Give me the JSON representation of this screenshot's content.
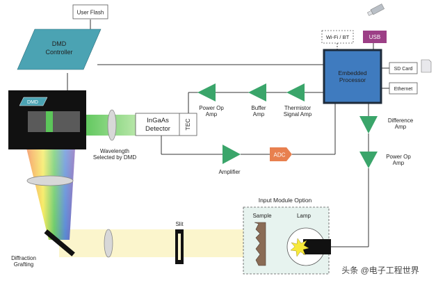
{
  "labels": {
    "user_flash": "User Flash",
    "dmd_controller_line1": "DMD",
    "dmd_controller_line2": "Controller",
    "dmd_chip": "DMD",
    "wavelength_line1": "Wavelength",
    "wavelength_line2": "Selected by DMD",
    "detector_line1": "InGaAs",
    "detector_line2": "Detector",
    "tec": "TEC",
    "power_op_amp_line1": "Power Op",
    "power_op_amp_line2": "Amp",
    "buffer_amp_line1": "Buffer",
    "buffer_amp_line2": "Amp",
    "thermistor_line1": "Thermistor",
    "thermistor_line2": "Signal Amp",
    "amplifier": "Amplifier",
    "adc": "ADC",
    "wifi_bt": "Wi-Fi / BT",
    "usb": "USB",
    "processor_line1": "Embedded",
    "processor_line2": "Processor",
    "sd_card": "SD Card",
    "ethernet": "Ethernet",
    "difference_amp_line1": "Difference",
    "difference_amp_line2": "Amp",
    "power_op_amp2_line1": "Power Op",
    "power_op_amp2_line2": "Amp",
    "input_module_option": "Input Module Option",
    "sample": "Sample",
    "lamp": "Lamp",
    "slit": "Slit",
    "diffraction_line1": "Diffraction",
    "diffraction_line2": "Grafting",
    "watermark": "头条 @电子工程世界"
  },
  "colors": {
    "teal": "#4ba3b3",
    "green_amp": "#3aa56a",
    "adc_orange": "#e8804f",
    "processor_blue": "#3f7bbf",
    "usb_purple": "#9c3f86",
    "input_module_bg": "#e7f3ef",
    "beam_yellow": "#fbf5cc"
  }
}
